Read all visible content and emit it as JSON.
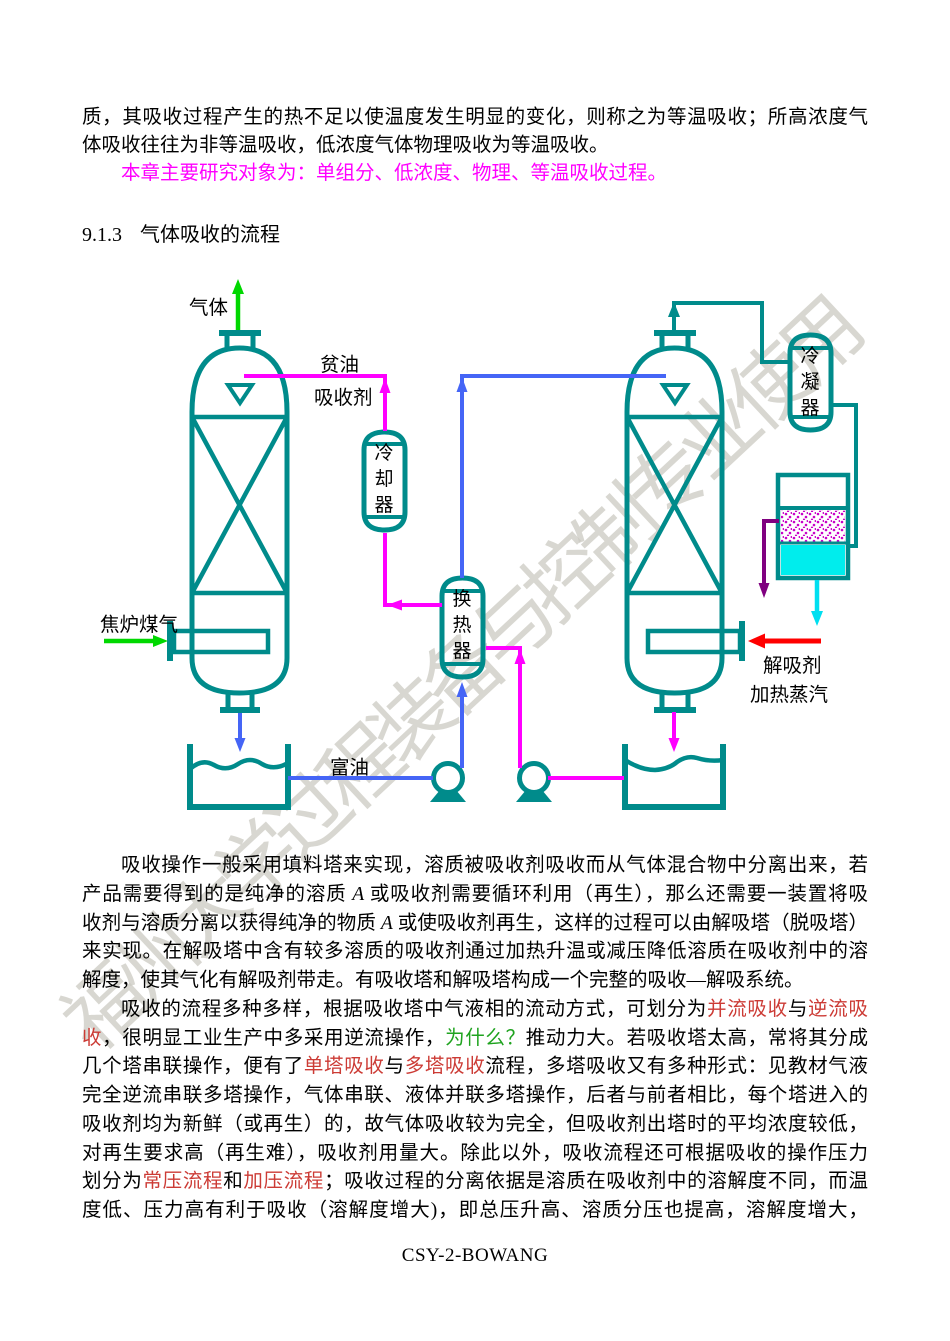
{
  "watermark": "福州大学过程装备与控制专业使用",
  "intro": {
    "line1": "质，其吸收过程产生的热不足以使温度发生明显的变化，则称之为等温吸收；所高浓度气",
    "line2": "体吸收往往为非等温吸收，低浓度气体物理吸收为等温吸收。",
    "highlight": "本章主要研究对象为：单组分、低浓度、物理、等温吸收过程。"
  },
  "section": {
    "number": "9.1.3",
    "title": "气体吸收的流程"
  },
  "diagram": {
    "labels": {
      "gas": "气体",
      "lean_oil": "贫油",
      "absorbent": "吸收剂",
      "cooler": "冷却器",
      "heat_exchanger": "换热器",
      "condenser": "冷凝器",
      "coke_oven_gas": "焦炉煤气",
      "rich_oil": "富油",
      "desorbent": "解吸剂",
      "heating_steam": "加热蒸汽"
    },
    "colors": {
      "equipment": "#008B8B",
      "gas_stream": "#00D800",
      "rich_oil_stream": "#4565F6",
      "lean_oil_stream": "#FF00FF",
      "offgas_stream": "#800080",
      "condensate_stream": "#00DFF0",
      "steam_stream": "#FF0000"
    }
  },
  "para1": {
    "l1": {
      "s0": "吸收操作一般采用填料塔来实现，溶质被吸收剂吸收而从气体混合物中分离出来，若"
    },
    "l2": {
      "s0": "产品需要得到的是纯净的溶质 ",
      "s1": "A",
      "s2": " 或吸收剂需要循环利用（再生），那么还需要一装置将吸"
    },
    "l3": {
      "s0": "收剂与溶质分离以获得纯净的物质 ",
      "s1": "A",
      "s2": " 或使吸收剂再生，这样的过程可以由解吸塔（脱吸塔）"
    },
    "l4": {
      "s0": "来实现。在解吸塔中含有较多溶质的吸收剂通过加热升温或减压降低溶质在吸收剂中的溶"
    },
    "l5": {
      "s0": "解度，使其气化有解吸剂带走。有吸收塔和解吸塔构成一个完整的吸收—解吸系统。"
    }
  },
  "para2": {
    "l1": {
      "s0": "吸收的流程多种多样，根据吸收塔中气液相的流动方式，可划分为",
      "r1": "并流吸收",
      "s2": "与",
      "r3": "逆流吸"
    },
    "l2": {
      "r0": "收",
      "s1": "，很明显工业生产中多采用逆流操作，",
      "g2": "为什么？",
      "s3": "推动力大。若吸收塔太高，常将其分成"
    },
    "l3": {
      "s0": "几个塔串联操作，便有了",
      "r1": "单塔吸收",
      "s2": "与",
      "r3": "多塔吸收",
      "s4": "流程，多塔吸收又有多种形式：见教材气液"
    },
    "l4": {
      "s0": "完全逆流串联多塔操作，气体串联、液体并联多塔操作，后者与前者相比，每个塔进入的"
    },
    "l5": {
      "s0": "吸收剂均为新鲜（或再生）的，故气体吸收较为完全，但吸收剂出塔时的平均浓度较低，"
    },
    "l6": {
      "s0": "对再生要求高（再生难），吸收剂用量大。除此以外，吸收流程还可根据吸收的操作压力"
    },
    "l7": {
      "s0": "划分为",
      "r1": "常压流程",
      "s2": "和",
      "r3": "加压流程",
      "s4": "；吸收过程的分离依据是溶质在吸收剂中的溶解度不同，而温"
    },
    "l8": {
      "s0": "度低、压力高有利于吸收（溶解度增大)，即总压升高、溶质分压也提高，溶解度增大，"
    }
  },
  "footer": "CSY-2-BOWANG"
}
